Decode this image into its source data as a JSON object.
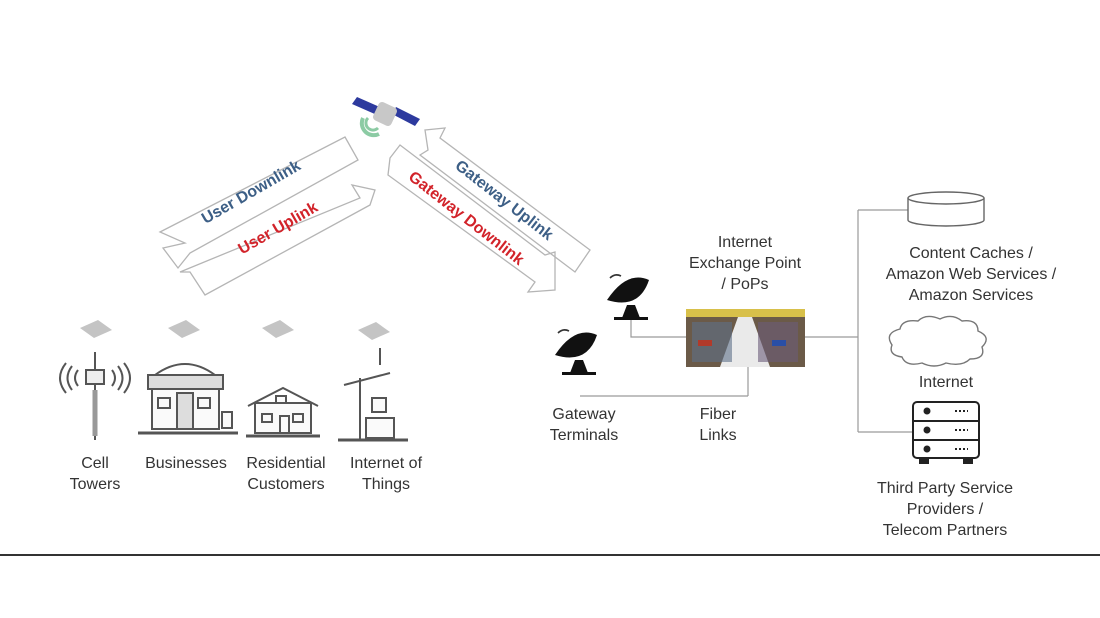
{
  "colors": {
    "downlink_user": "#3d5f86",
    "uplink_user": "#d2232a",
    "gateway_uplink": "#3d5f86",
    "gateway_downlink": "#d2232a",
    "text": "#333333",
    "line": "#9a9a9a"
  },
  "links": {
    "user_downlink": "User Downlink",
    "user_uplink": "User Uplink",
    "gateway_uplink": "Gateway Uplink",
    "gateway_downlink": "Gateway Downlink"
  },
  "endpoints": [
    {
      "line1": "Cell",
      "line2": "Towers",
      "icon": "cell-tower-icon"
    },
    {
      "line1": "Businesses",
      "line2": "",
      "icon": "storefront-icon"
    },
    {
      "line1": "Residential",
      "line2": "Customers",
      "icon": "house-icon"
    },
    {
      "line1": "Internet of",
      "line2": "Things",
      "icon": "iot-pole-icon"
    }
  ],
  "gateway": {
    "line1": "Gateway",
    "line2": "Terminals"
  },
  "fiber": {
    "line1": "Fiber",
    "line2": "Links"
  },
  "ixp": {
    "line1": "Internet",
    "line2": "Exchange Point",
    "line3": "/  PoPs"
  },
  "services": {
    "caches": {
      "line1": "Content Caches /",
      "line2": "Amazon Web Services /",
      "line3": "Amazon Services"
    },
    "internet": {
      "label": "Internet"
    },
    "partners": {
      "line1": "Third Party Service",
      "line2": "Providers /",
      "line3": "Telecom Partners"
    }
  }
}
